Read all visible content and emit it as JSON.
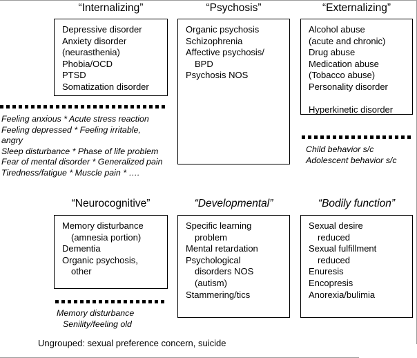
{
  "figure": {
    "columns": [
      {
        "key": "internalizing",
        "title": "“Internalizing”",
        "title_italic": false,
        "items": [
          {
            "text": "Depressive disorder",
            "indent": false,
            "gap": false
          },
          {
            "text": "Anxiety disorder",
            "indent": false,
            "gap": false
          },
          {
            "text": "(neurasthenia)",
            "indent": false,
            "gap": false
          },
          {
            "text": "Phobia/OCD",
            "indent": false,
            "gap": false
          },
          {
            "text": "PTSD",
            "indent": false,
            "gap": false
          },
          {
            "text": "Somatization disorder",
            "indent": false,
            "gap": false
          }
        ],
        "symptoms": [
          {
            "text": "Feeling anxious * Acute stress reaction",
            "indent": false
          },
          {
            "text": "Feeling depressed * Feeling irritable,",
            "indent": false
          },
          {
            "text": "angry",
            "indent": false
          },
          {
            "text": "Sleep disturbance * Phase of life problem",
            "indent": false
          },
          {
            "text": "Fear of mental disorder * Generalized pain",
            "indent": false
          },
          {
            "text": "Tiredness/fatigue * Muscle pain * ….",
            "indent": false
          }
        ]
      },
      {
        "key": "psychosis",
        "title": "“Psychosis”",
        "title_italic": false,
        "items": [
          {
            "text": "Organic psychosis",
            "indent": false,
            "gap": false
          },
          {
            "text": "Schizophrenia",
            "indent": false,
            "gap": false
          },
          {
            "text": "Affective psychosis/",
            "indent": false,
            "gap": false
          },
          {
            "text": "BPD",
            "indent": true,
            "gap": false
          },
          {
            "text": "Psychosis NOS",
            "indent": false,
            "gap": false
          }
        ],
        "symptoms": []
      },
      {
        "key": "externalizing",
        "title": "“Externalizing”",
        "title_italic": false,
        "items": [
          {
            "text": "Alcohol abuse",
            "indent": false,
            "gap": false
          },
          {
            "text": "(acute and chronic)",
            "indent": false,
            "gap": false
          },
          {
            "text": "Drug abuse",
            "indent": false,
            "gap": false
          },
          {
            "text": "Medication abuse",
            "indent": false,
            "gap": false
          },
          {
            "text": "(Tobacco abuse)",
            "indent": false,
            "gap": false
          },
          {
            "text": "Personality disorder",
            "indent": false,
            "gap": false
          },
          {
            "text": "Hyperkinetic disorder",
            "indent": false,
            "gap": true
          }
        ],
        "symptoms": [
          {
            "text": "Child behavior s/c",
            "indent": false
          },
          {
            "text": "Adolescent behavior s/c",
            "indent": false
          }
        ]
      },
      {
        "key": "neurocognitive",
        "title": "“Neurocognitive”",
        "title_italic": false,
        "items": [
          {
            "text": "Memory disturbance",
            "indent": false,
            "gap": false
          },
          {
            "text": "(amnesia portion)",
            "indent": true,
            "gap": false
          },
          {
            "text": "Dementia",
            "indent": false,
            "gap": false
          },
          {
            "text": "Organic psychosis,",
            "indent": false,
            "gap": false
          },
          {
            "text": "other",
            "indent": true,
            "gap": false
          }
        ],
        "symptoms": [
          {
            "text": "Memory disturbance",
            "indent": false
          },
          {
            "text": "Senility/feeling old",
            "indent": true
          }
        ]
      },
      {
        "key": "developmental",
        "title": "“Developmental”",
        "title_italic": true,
        "items": [
          {
            "text": "Specific learning",
            "indent": false,
            "gap": false
          },
          {
            "text": "problem",
            "indent": true,
            "gap": false
          },
          {
            "text": "Mental retardation",
            "indent": false,
            "gap": false
          },
          {
            "text": "Psychological",
            "indent": false,
            "gap": false
          },
          {
            "text": "disorders NOS",
            "indent": true,
            "gap": false
          },
          {
            "text": "(autism)",
            "indent": true,
            "gap": false
          },
          {
            "text": "Stammering/tics",
            "indent": false,
            "gap": false
          }
        ],
        "symptoms": []
      },
      {
        "key": "bodily-function",
        "title": "“Bodily function”",
        "title_italic": true,
        "items": [
          {
            "text": "Sexual desire",
            "indent": false,
            "gap": false
          },
          {
            "text": "reduced",
            "indent": true,
            "gap": false
          },
          {
            "text": "Sexual fulfillment",
            "indent": false,
            "gap": false
          },
          {
            "text": "reduced",
            "indent": true,
            "gap": false
          },
          {
            "text": "Enuresis",
            "indent": false,
            "gap": false
          },
          {
            "text": "Encopresis",
            "indent": false,
            "gap": false
          },
          {
            "text": "Anorexia/bulimia",
            "indent": false,
            "gap": false
          }
        ],
        "symptoms": []
      }
    ],
    "footer": "Ungrouped: sexual preference concern, suicide",
    "colors": {
      "border": "#000000",
      "text": "#000000",
      "background": "#ffffff",
      "frame": "#9a9a9a"
    }
  }
}
